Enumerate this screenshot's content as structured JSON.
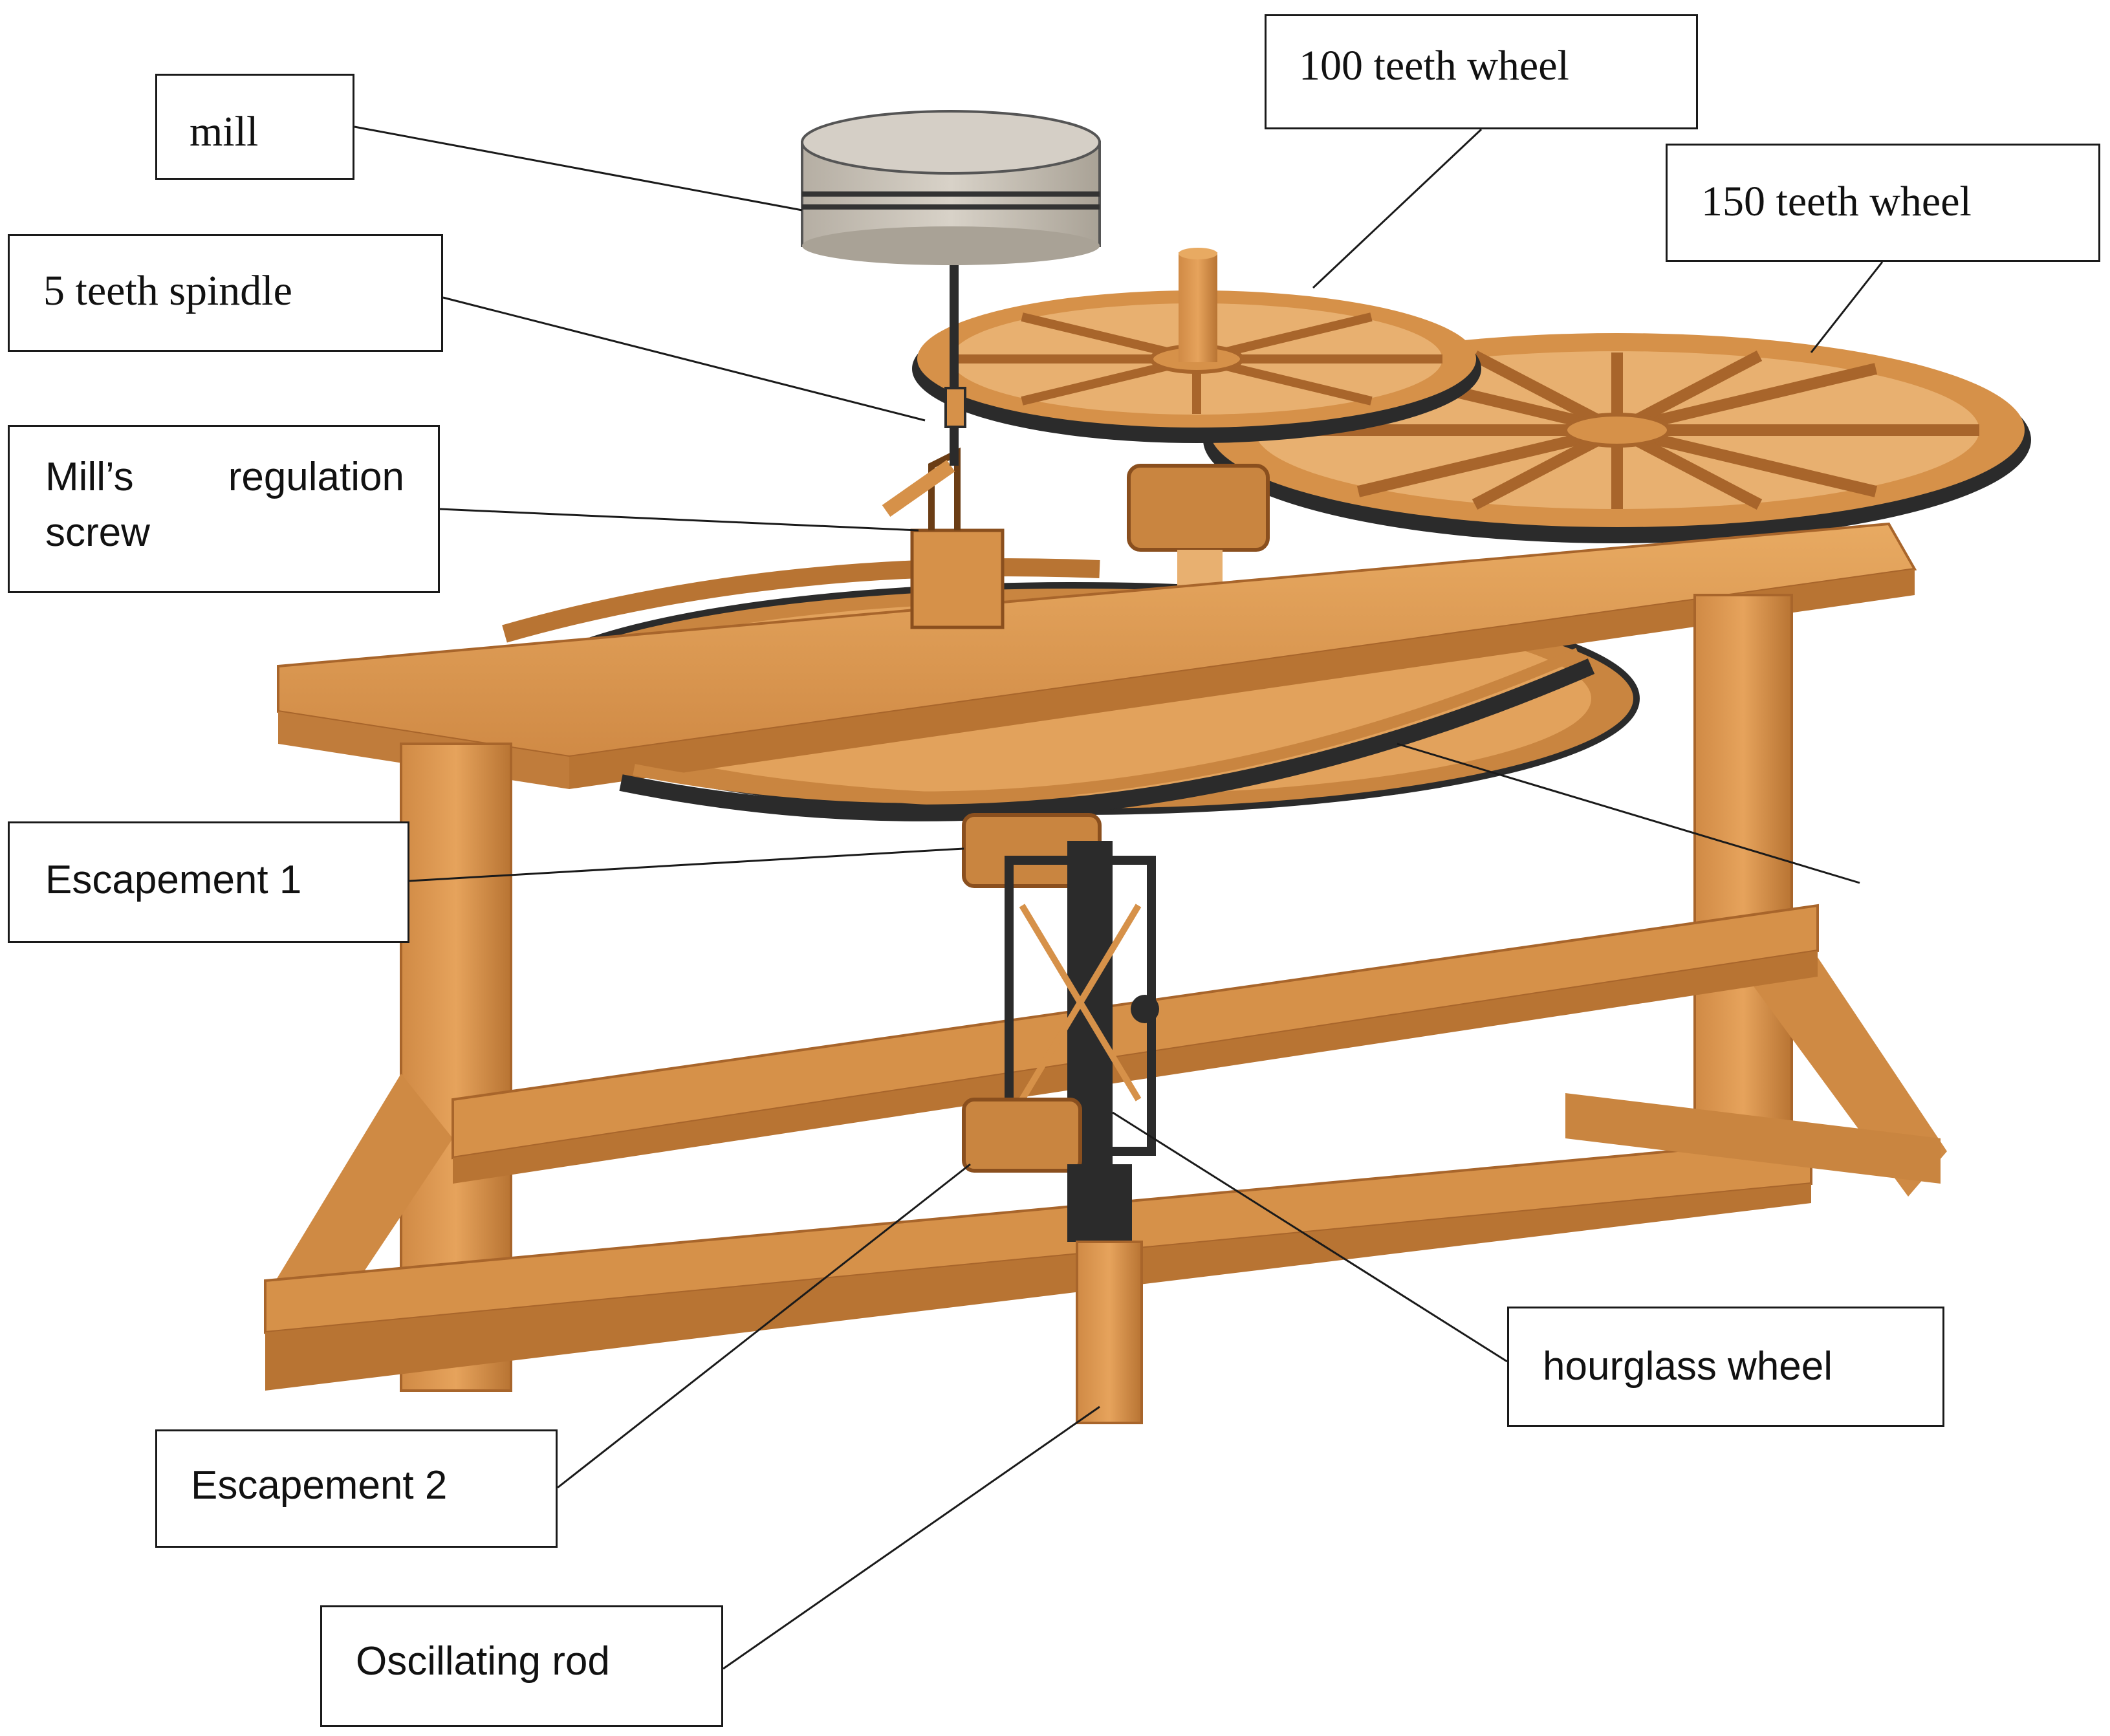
{
  "figure": {
    "labels": {
      "mill": "mill",
      "teeth100": "100 teeth wheel",
      "teeth150": "150 teeth wheel",
      "spindle": "5 teeth spindle",
      "screw_line1_a": "Mill’s",
      "screw_line1_b": "regulation",
      "screw_line2": "screw",
      "esc1": "Escapement 1",
      "esc2": "Escapement 2",
      "hourglass": "hourglass wheel",
      "rod": "Oscillating rod"
    },
    "colors": {
      "wood": "#d69149",
      "wood_light": "#e8aa62",
      "wood_dark": "#a8652b",
      "metal": "#2b2b2b",
      "mill_stone": "#cdc7bd",
      "leader": "#1a1a1a"
    }
  }
}
